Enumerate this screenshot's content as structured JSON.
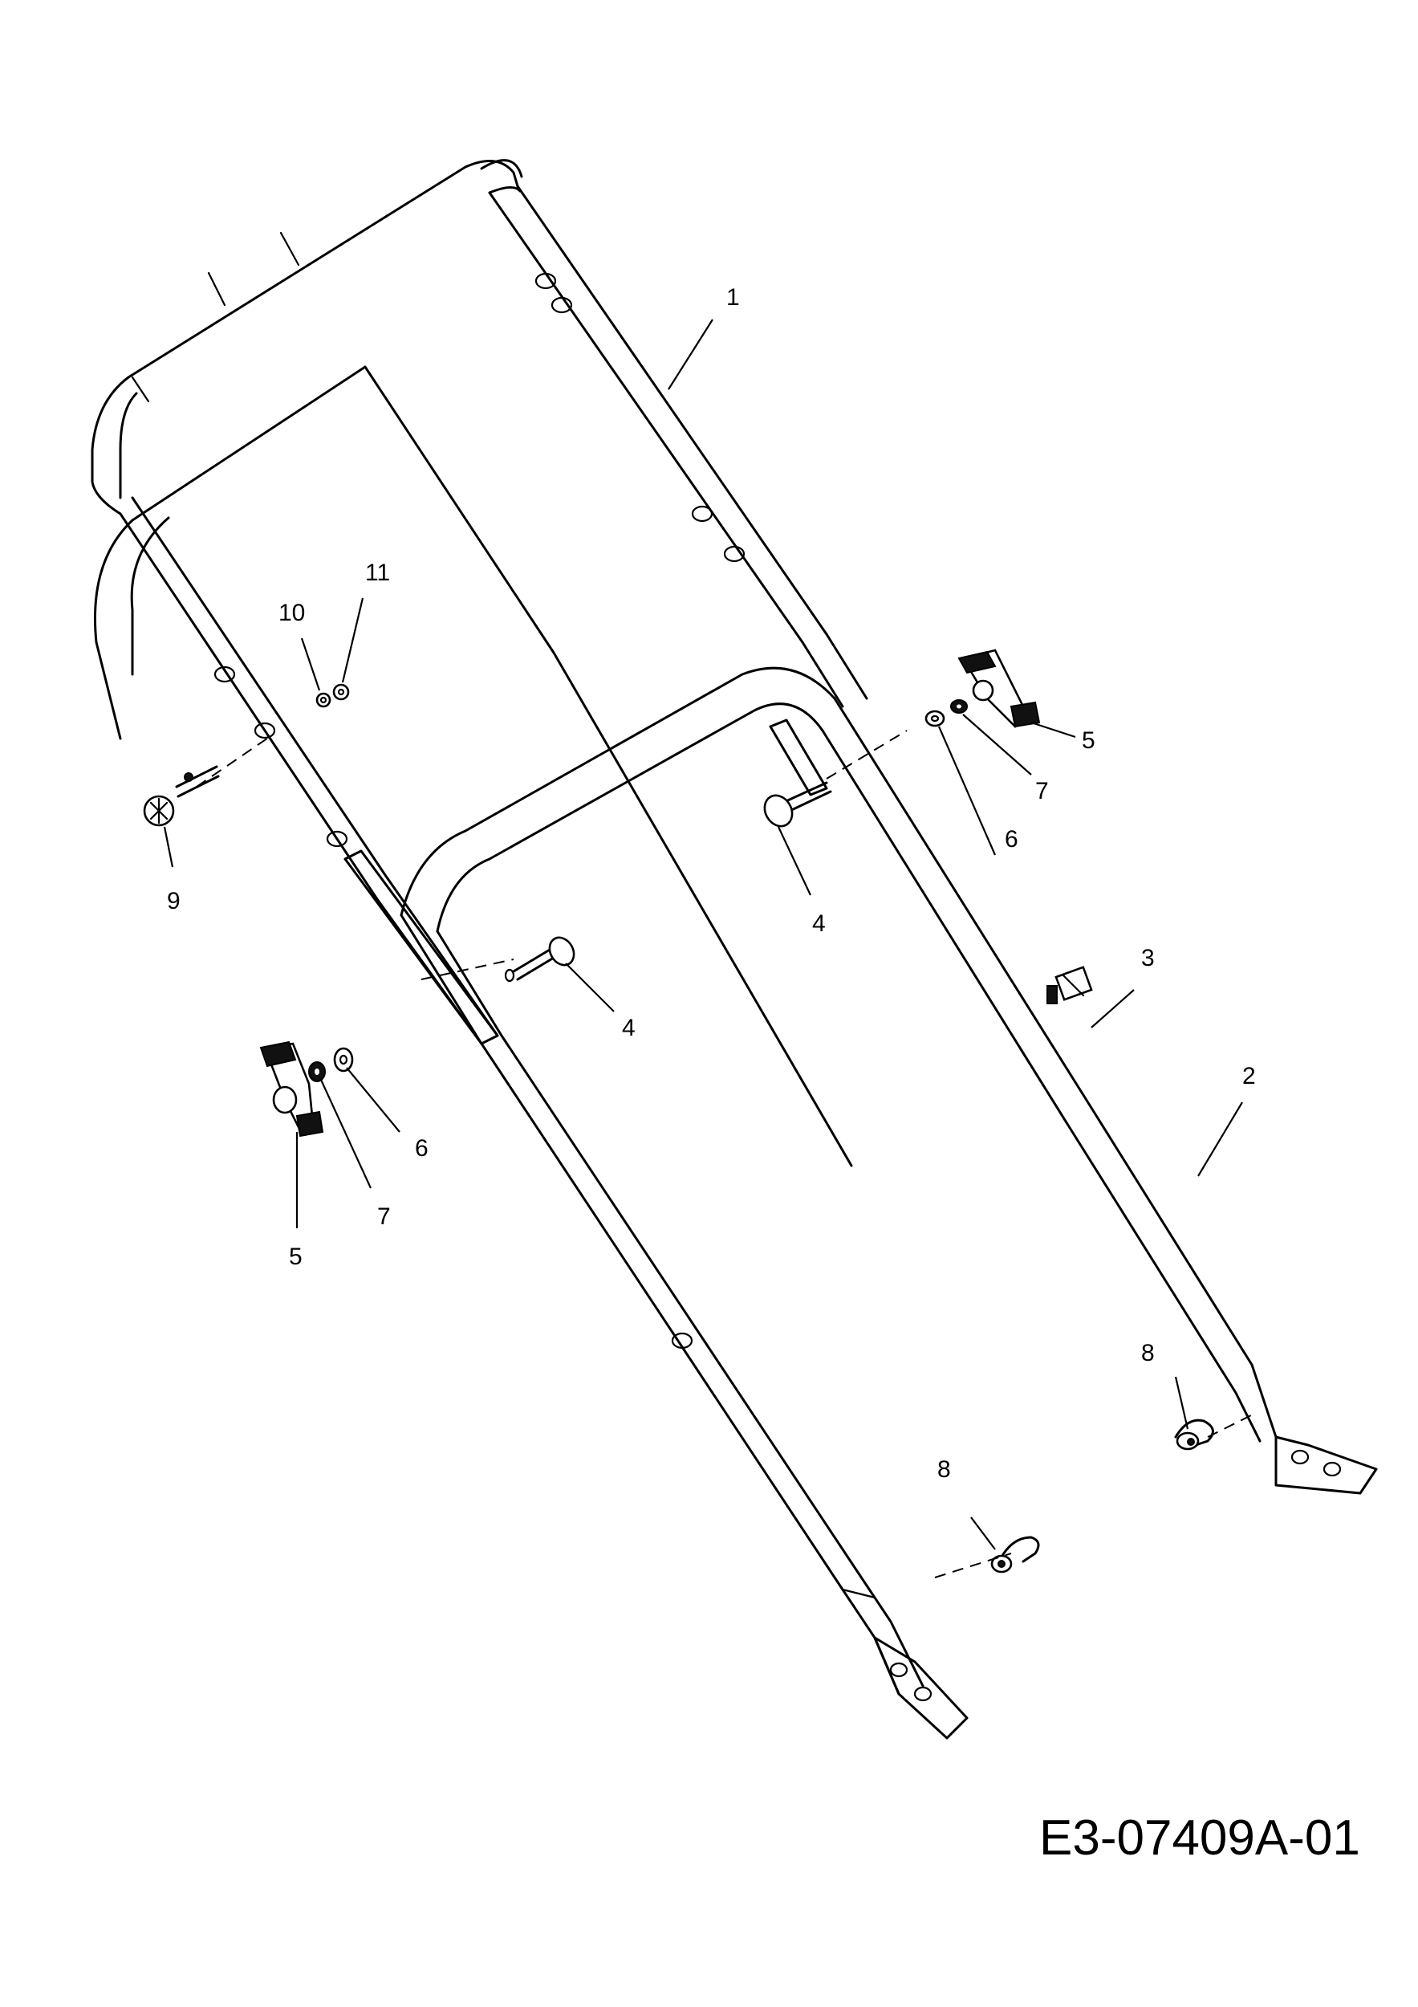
{
  "drawing_number": "E3-07409A-01",
  "callouts": {
    "c1": "1",
    "c2": "2",
    "c3": "3",
    "c4a": "4",
    "c4b": "4",
    "c5a": "5",
    "c5b": "5",
    "c6a": "6",
    "c6b": "6",
    "c7a": "7",
    "c7b": "7",
    "c8a": "8",
    "c8b": "8",
    "c9": "9",
    "c10": "10",
    "c11": "11"
  }
}
